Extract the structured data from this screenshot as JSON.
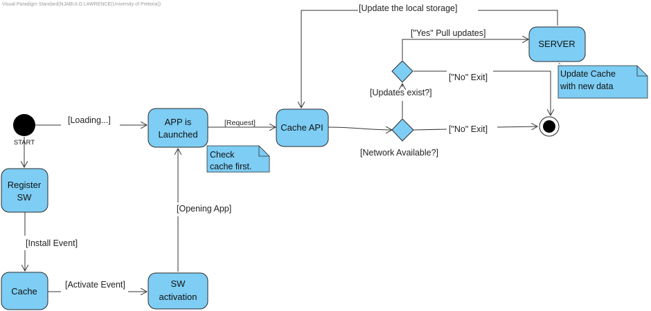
{
  "watermark": "Visual Paradigm Standard(NJABULO LAWRENCE(University of Pretoria))",
  "colors": {
    "state_fill": "#7dcdf4",
    "stroke": "#2a2a2a",
    "note_fill": "#7dcdf4"
  },
  "nodes": {
    "start_label": "START",
    "register_sw": [
      "Register",
      "SW"
    ],
    "cache": [
      "Cache"
    ],
    "sw_activation": [
      "SW",
      "activation"
    ],
    "app_launched": [
      "APP is",
      "Launched"
    ],
    "cache_api": [
      "Cache API"
    ],
    "server": [
      "SERVER"
    ]
  },
  "notes": {
    "check_cache": [
      "Check",
      "cache first."
    ],
    "update_cache": [
      "Update Cache",
      "with new data"
    ]
  },
  "edges": {
    "loading": "[Loading...]",
    "request": "[Request]",
    "install_event": "[Install Event]",
    "activate_event": "[Activate Event]",
    "opening_app": "[Opening App]",
    "network_available": "[Network Available?]",
    "updates_exist": "[Updates exist?]",
    "no_exit_1": "[\"No\" Exit]",
    "no_exit_2": "[\"No\" Exit]",
    "yes_pull": "[\"Yes\" Pull updates]",
    "update_local": "[Update the local storage]"
  }
}
